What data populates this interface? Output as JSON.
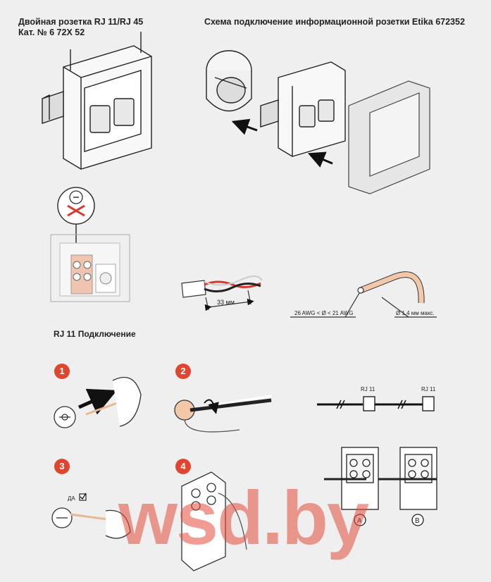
{
  "header": {
    "product_title_line1": "Двойная розетка RJ 11/RJ 45",
    "product_title_line2": "Кат. № 6 72X 52",
    "scheme_title": "Схема подключение информационной розетки Etika 672352"
  },
  "labels": {
    "rj11_connection": "RJ 11 Подключение",
    "strip_length": "33 мм",
    "awg_range": "26 AWG < Ø < 21 AWG",
    "max_diameter": "Ø 1,4 мм макс.",
    "rj11_a": "RJ 11",
    "rj11_b": "RJ 11",
    "check_yes": "ДА",
    "socket_a": "A",
    "socket_b": "B"
  },
  "steps": [
    "1",
    "2",
    "3",
    "4"
  ],
  "watermark": "wsd.by",
  "colors": {
    "badge": "#e0462e",
    "watermark": "#e44c3c",
    "terminal": "#f0c4ae"
  }
}
